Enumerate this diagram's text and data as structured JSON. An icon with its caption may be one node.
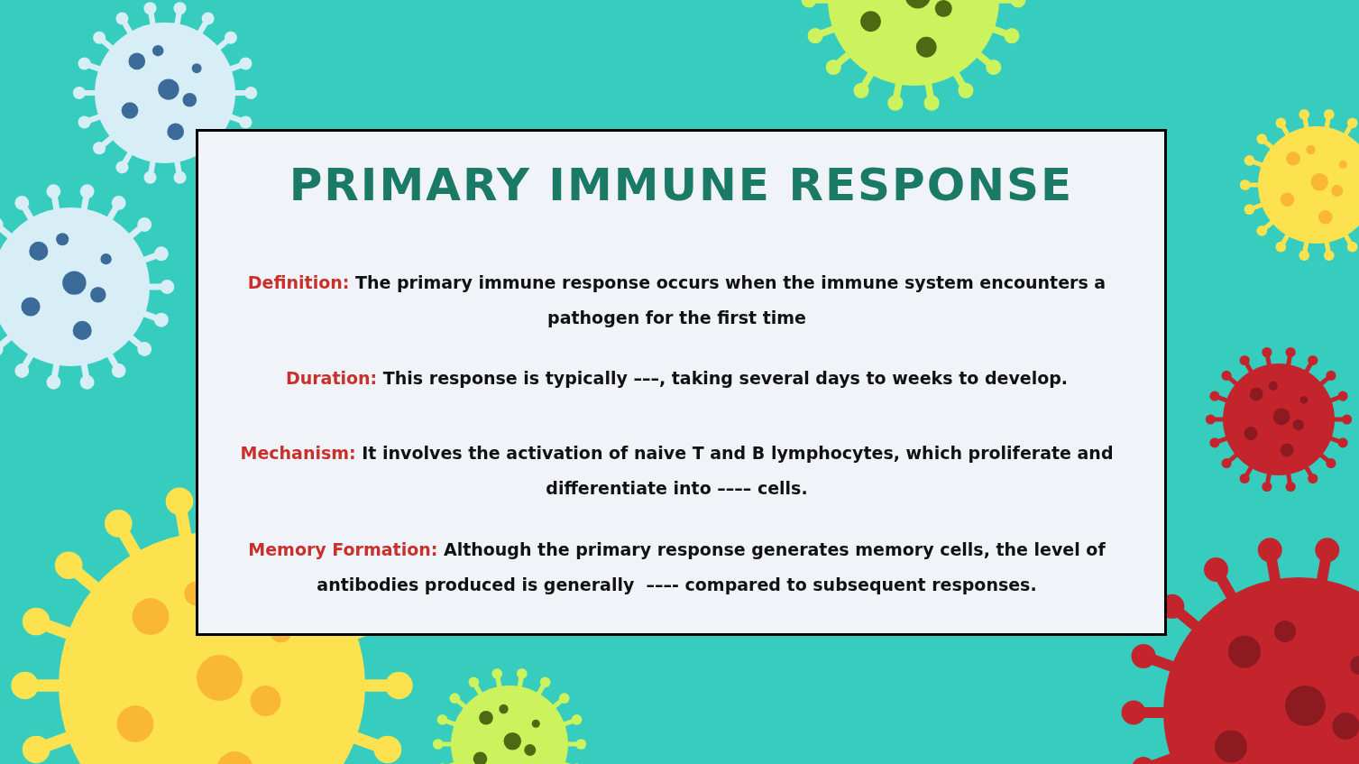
{
  "diagram": {
    "title": "PRIMARY IMMUNE RESPONSE",
    "labels": [
      "Definition:",
      "The primary immune response occurs when the immune system encounters a pathogen for the first time",
      "Duration:",
      "This response is typically –––, taking several days to weeks to develop.",
      "Mechanism:",
      "It involves the activation of naive T and B lymphocytes, which proliferate and differentiate into –––– cells.",
      "Memory Formation:",
      "Although the primary response generates memory cells, the level of antibodies produced is generally  –––- compared to subsequent responses."
    ]
  }
}
